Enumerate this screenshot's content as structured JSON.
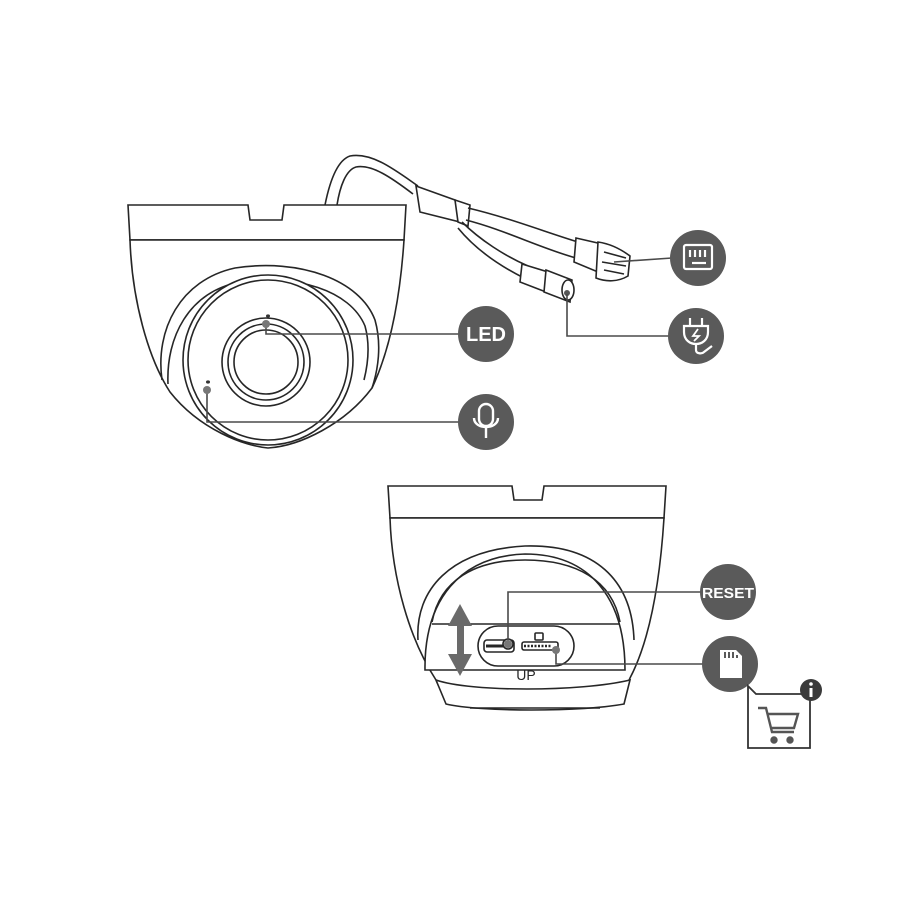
{
  "callouts": {
    "led": {
      "label": "LED"
    },
    "reset": {
      "label": "RESET"
    },
    "network_icon": "ethernet-port-icon",
    "power_icon": "power-plug-icon",
    "mic_icon": "microphone-icon",
    "sd_icon": "sd-card-icon"
  },
  "device_marks": {
    "up_label": "UP"
  },
  "overlay": {
    "cart_icon": "shopping-cart-icon",
    "info_icon": "info-icon"
  },
  "colors": {
    "callout_bg": "#5a5a5a",
    "line": "#4a4a4a",
    "outline": "#262626",
    "arrow": "#6a6a6a"
  }
}
